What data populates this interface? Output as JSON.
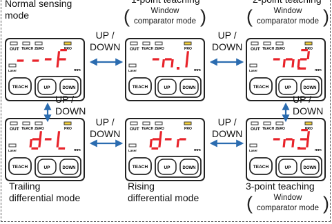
{
  "modes": [
    {
      "id": "normal",
      "title_lines": [
        "Normal sensing",
        "mode"
      ],
      "digits": "-  - F",
      "subtitle": []
    },
    {
      "id": "1pt",
      "title_lines": [
        "1-point teaching"
      ],
      "digits": "  n.1",
      "subtitle": [
        "Window",
        "comparator mode"
      ]
    },
    {
      "id": "2pt",
      "title_lines": [
        "2-point teaching"
      ],
      "digits": "  n.2",
      "subtitle": [
        "Window",
        "comparator mode"
      ]
    },
    {
      "id": "trailing",
      "title_lines": [
        "Trailing",
        "differential mode"
      ],
      "digits": "d - L",
      "subtitle": []
    },
    {
      "id": "rising",
      "title_lines": [
        "Rising",
        "differential mode"
      ],
      "digits": "d - r",
      "subtitle": []
    },
    {
      "id": "3pt",
      "title_lines": [
        "3-point teaching"
      ],
      "digits": "  n.3",
      "subtitle": [
        "Window",
        "comparator mode"
      ]
    }
  ],
  "panel": {
    "out": "OUT",
    "teach_ind": "TEACH",
    "zero": "ZERO",
    "pro": "PRO",
    "laser": "Laser",
    "mm": "mm",
    "zero_small": "ZERO",
    "btn_teach": "TEACH",
    "btn_up": "UP",
    "btn_down": "DOWN"
  },
  "arrows": {
    "h1": [
      "UP /",
      "DOWN"
    ],
    "h2": [
      "UP /",
      "DOWN"
    ],
    "h3": [
      "UP /",
      "DOWN"
    ],
    "h4": [
      "UP /",
      "DOWN"
    ],
    "v_left": [
      "UP /",
      "DOWN"
    ],
    "v_right": [
      "UP /",
      "DOWN"
    ]
  },
  "colors": {
    "segment": "#e8232a",
    "arrow": "#2b6cb0",
    "pro": "#f4d23c"
  }
}
